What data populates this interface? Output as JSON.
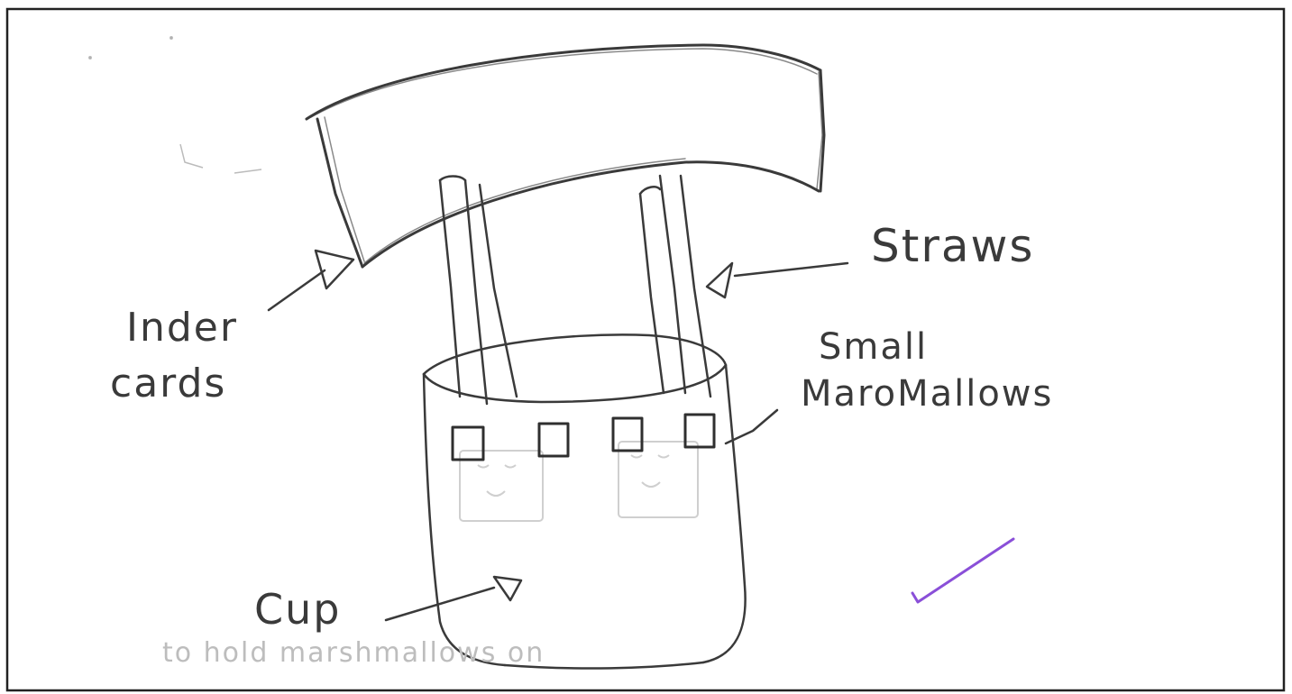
{
  "labels": {
    "index_cards_line1": "Inder",
    "index_cards_line2": "cards",
    "straws": "Straws",
    "marshmallows_line1": "Small",
    "marshmallows_line2": "MaroMallows",
    "cup": "Cup",
    "faint_caption": "to hold marshmallows on"
  },
  "colors": {
    "pencil": "#3a3a3a",
    "faint": "#c8c8c8",
    "check": "#8a4fd8",
    "frame": "#222222"
  },
  "icons": {
    "check": "check-mark-icon"
  }
}
